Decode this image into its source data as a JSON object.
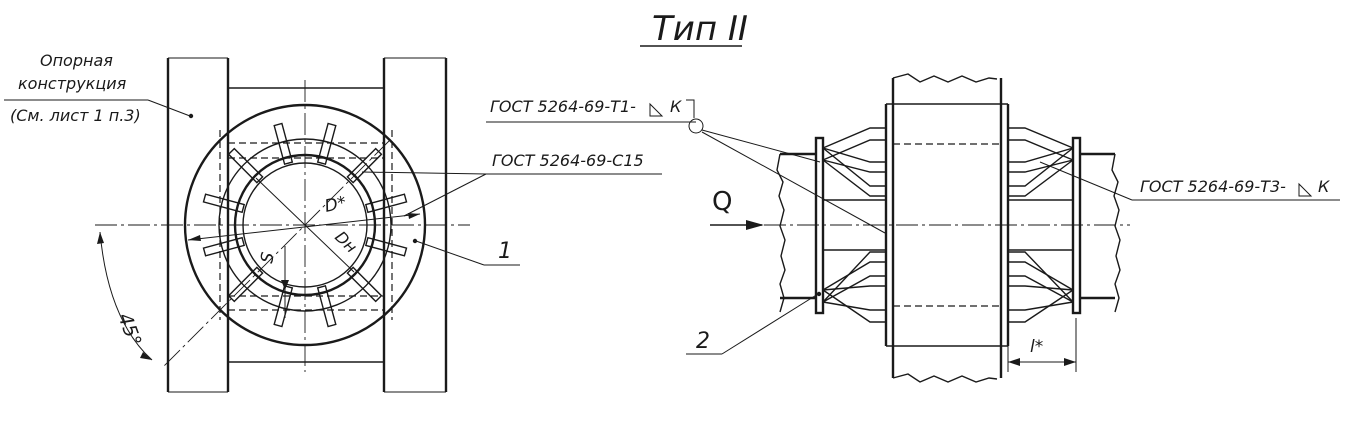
{
  "title": "Тип II",
  "support": {
    "line1": "Опорная",
    "line2": "конструкция",
    "line3": "(См. лист 1 п.3)"
  },
  "weld_c15": "ГОСТ 5264-69-С15",
  "weld_t1": "ГОСТ 5264-69-Т1-",
  "weld_t3": "ГОСТ 5264-69-Т3-",
  "weld_leg": "К",
  "dim_d": "D*",
  "dim_dn": "Dн",
  "dim_s": "S",
  "dim_angle": "45°",
  "dim_l": "l*",
  "load_q": "Q",
  "pos_1": "1",
  "pos_2": "2"
}
